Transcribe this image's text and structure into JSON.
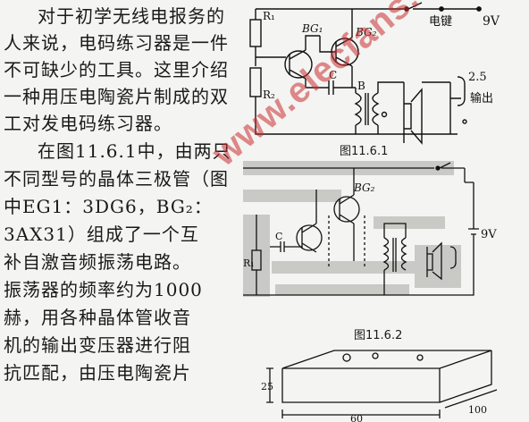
{
  "body_text": [
    "对于初学无线电报务的",
    "人来说，电码练习器是一件",
    "不可缺少的工具。这里介绍",
    "一种用压电陶瓷片制成的双",
    "工对发电码练习器。",
    "在图11.6.1中，由两只",
    "不同型号的晶体三极管（图",
    "中EG1：3DG6，BG₂：",
    "3AX31）组成了一个互",
    "补自激音频振荡电路。",
    "振荡器的频率约为1000",
    "赫，用各种晶体管收音",
    "机的输出变压器进行阻",
    "抗匹配，由压电陶瓷片"
  ],
  "figure1": {
    "caption": "图11.6.1",
    "labels": {
      "r1": "R₁",
      "r2": "R₂",
      "bg1": "BG₁",
      "bg2": "BG₂",
      "c": "C",
      "b": "B",
      "key": "电键",
      "supply": "9V",
      "out_num": "2.5",
      "out": "输出"
    }
  },
  "figure2": {
    "caption": "图11.6.2",
    "labels": {
      "bg2": "BG₂",
      "r": "R₁",
      "c": "C",
      "supply": "9V"
    }
  },
  "figure3": {
    "dims": {
      "height": "25",
      "length": "60",
      "width": "100"
    }
  },
  "watermark": "www.elecfans.com"
}
